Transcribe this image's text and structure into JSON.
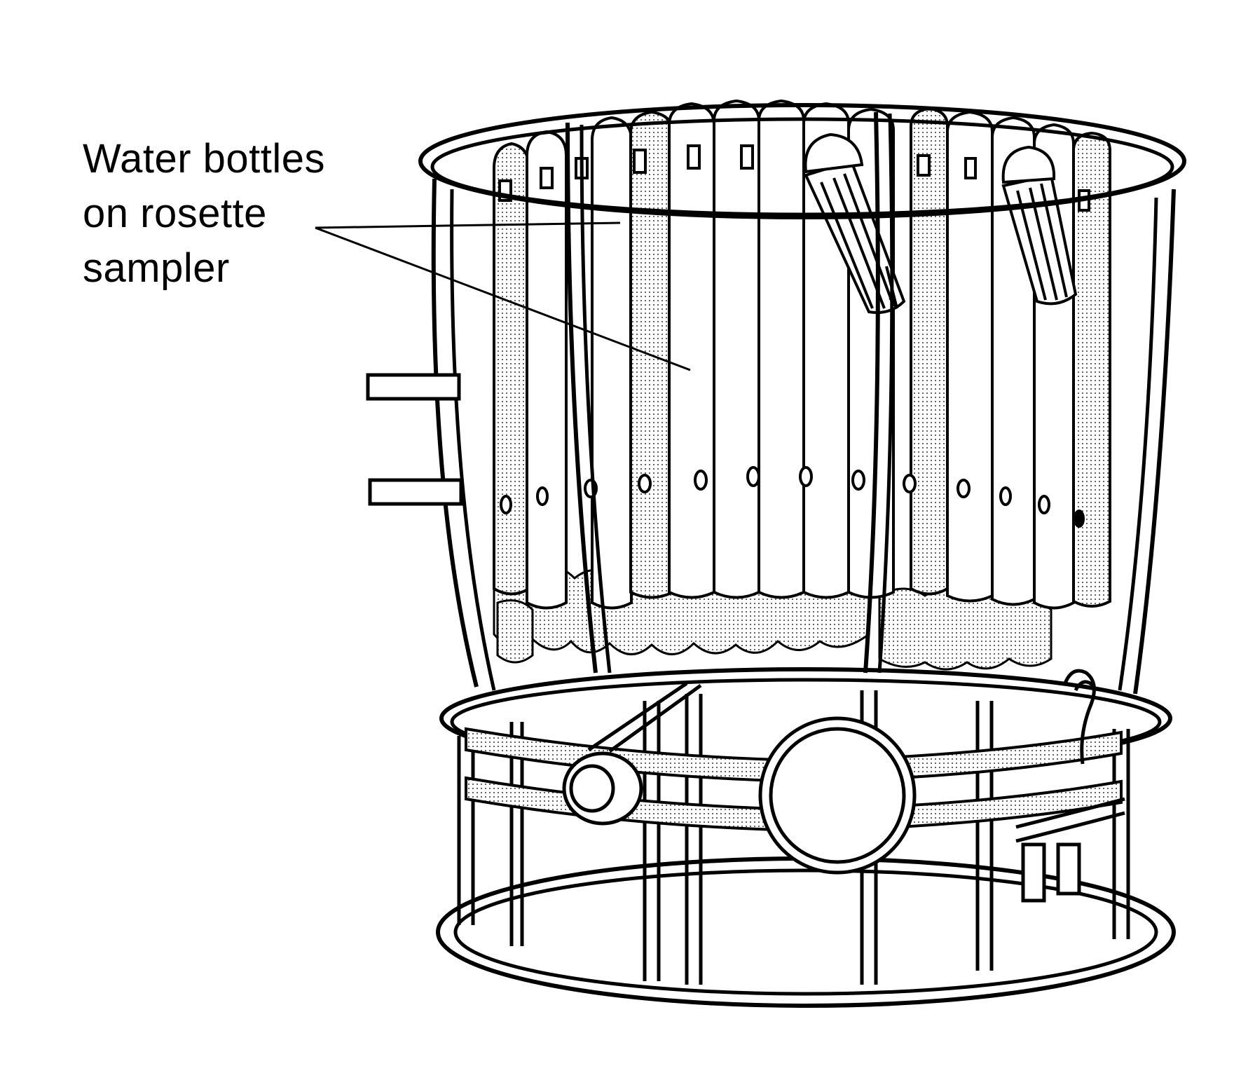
{
  "diagram": {
    "label_lines": [
      "Water bottles",
      "on rosette",
      "sampler"
    ],
    "ink_color": "#000000",
    "shade_color": "#d8d8d8",
    "background_color": "#ffffff"
  }
}
